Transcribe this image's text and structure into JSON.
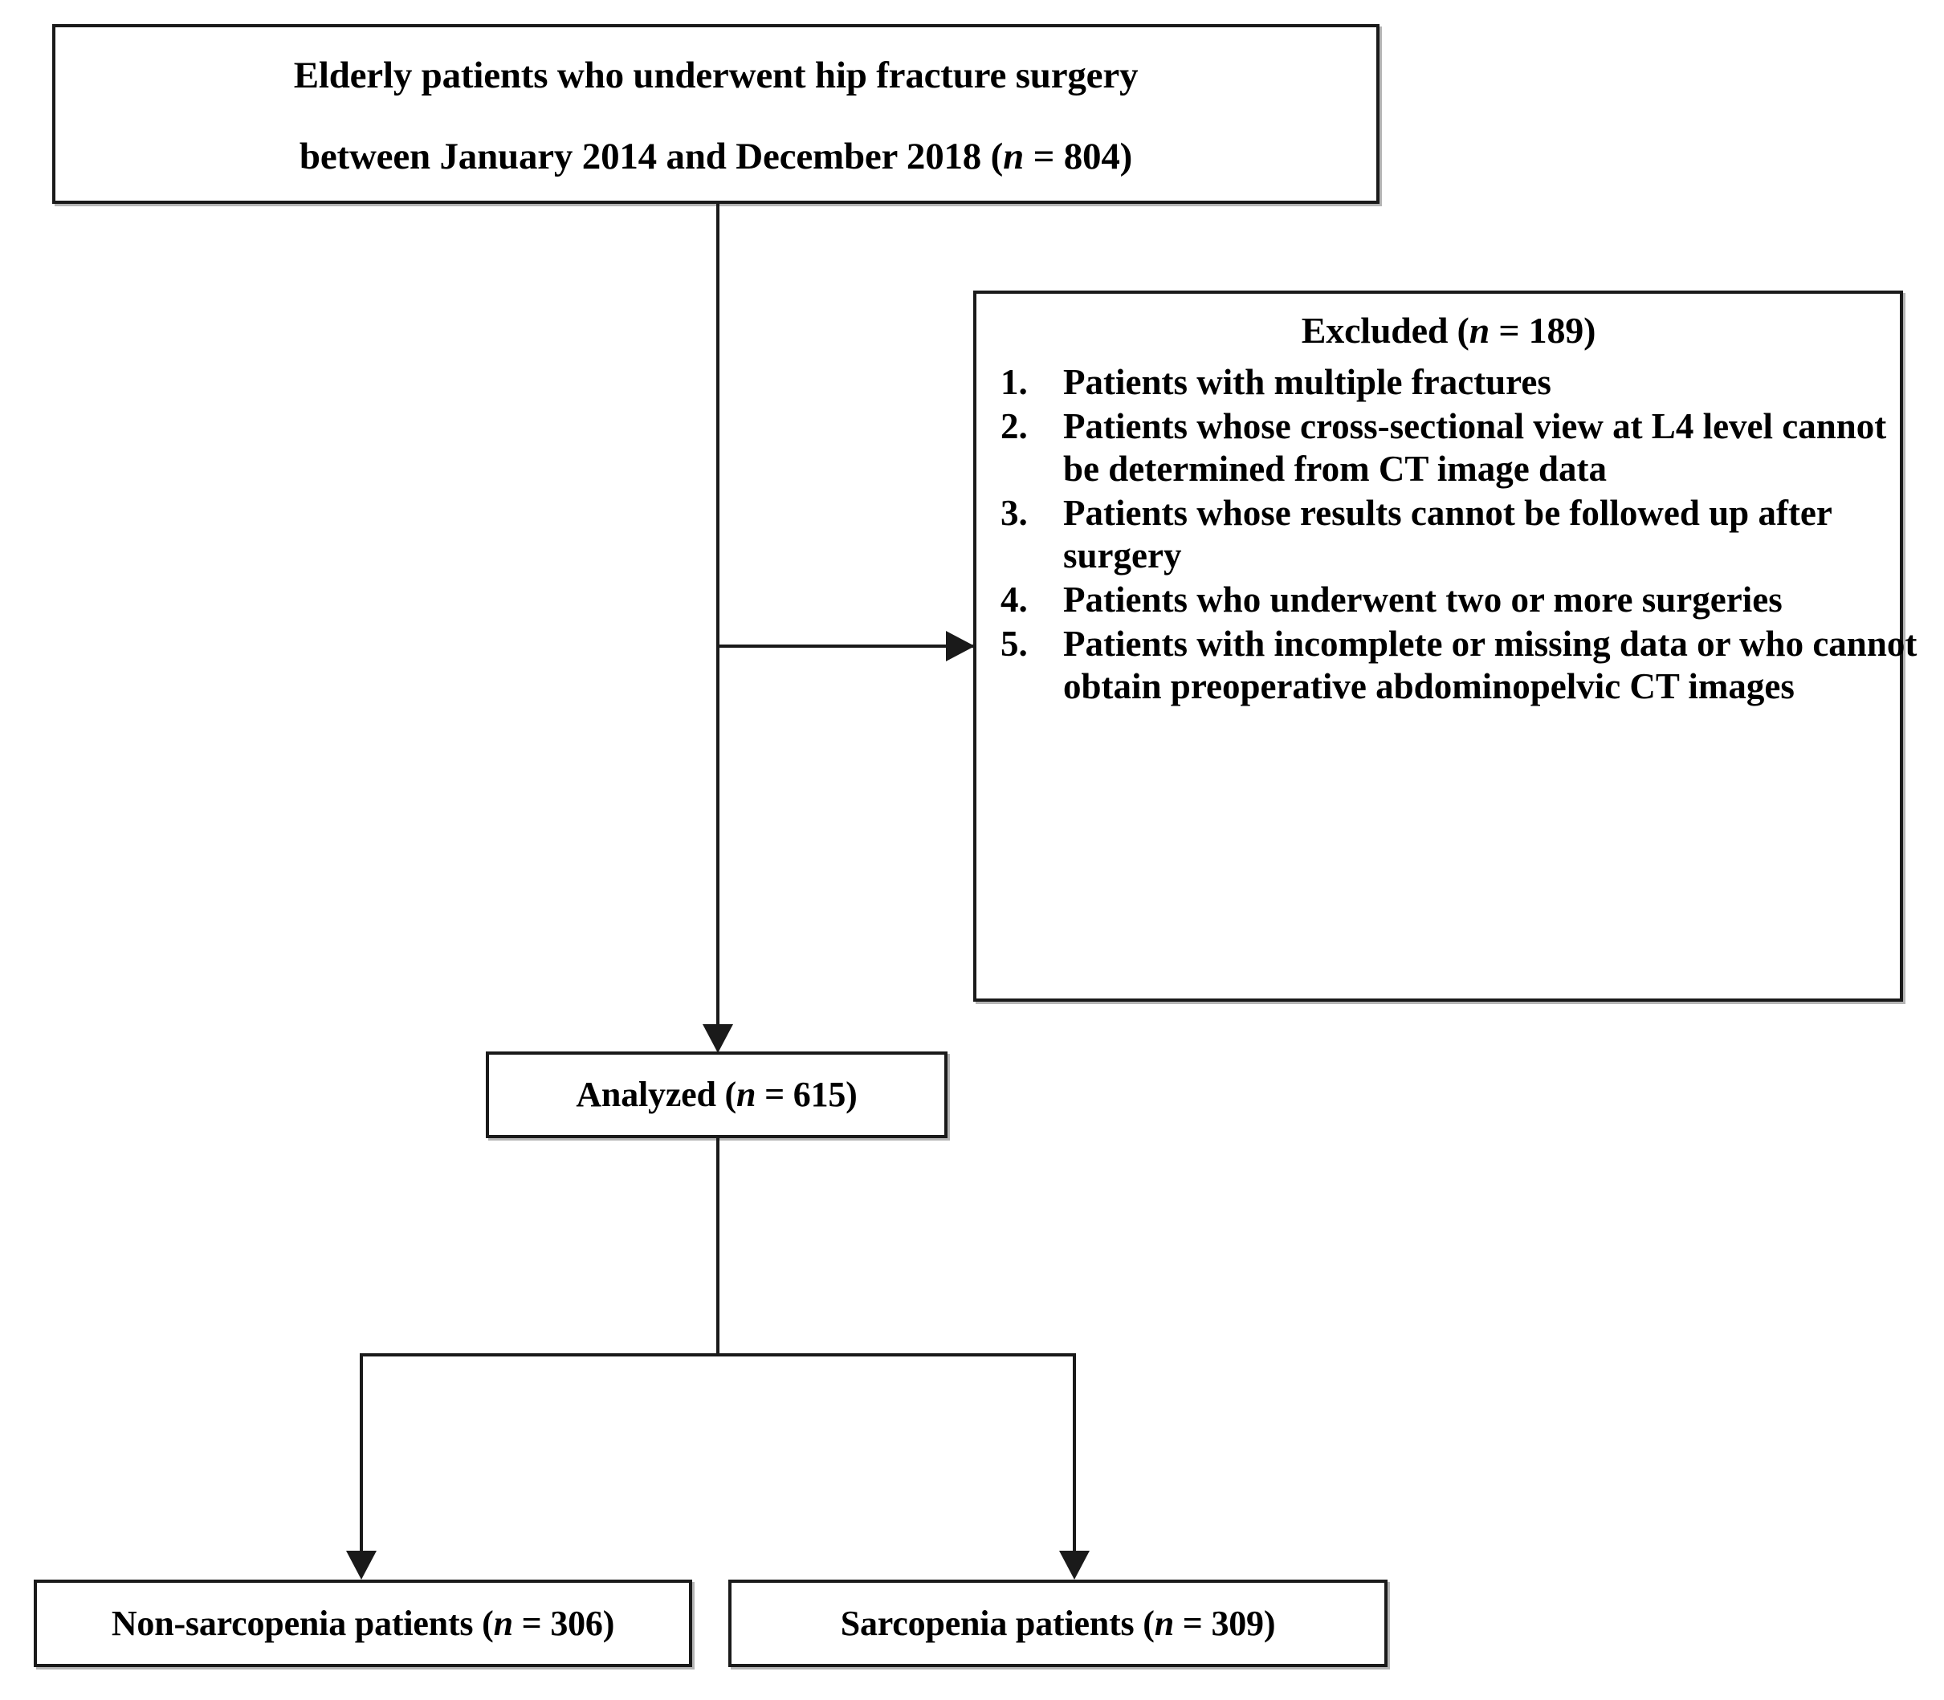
{
  "diagram": {
    "type": "patient-selection-flowchart",
    "boxes": {
      "enrollment": {
        "line1": "Elderly patients who underwent hip fracture surgery",
        "line2_prefix": "between January 2014 and December  2018 (",
        "line2_italic": "n",
        "line2_suffix": " = 804)",
        "count": 804
      },
      "excluded": {
        "title_prefix": "Excluded (",
        "title_italic": "n",
        "title_suffix": " = 189)",
        "count": 189,
        "reasons": [
          {
            "num": "1.",
            "text": "Patients with multiple fractures"
          },
          {
            "num": "2.",
            "text": "Patients whose cross-sectional view at L4 level cannot be determined from CT image data"
          },
          {
            "num": "3.",
            "text": "Patients whose results cannot be followed up after surgery"
          },
          {
            "num": "4.",
            "text": "Patients who underwent two or more surgeries"
          },
          {
            "num": "5.",
            "text": "Patients with incomplete or missing data or who cannot obtain preoperative abdominopelvic CT images"
          }
        ]
      },
      "analyzed": {
        "prefix": "Analyzed (",
        "italic": "n",
        "suffix": " = 615)",
        "count": 615
      },
      "non_sarcopenia": {
        "prefix": "Non-sarcopenia patients (",
        "italic": "n",
        "suffix": " = 306)",
        "count": 306
      },
      "sarcopenia": {
        "prefix": "Sarcopenia patients (",
        "italic": "n",
        "suffix": " = 309)",
        "count": 309
      }
    },
    "colors": {
      "border": "#1a1a1a",
      "text": "#000000",
      "background": "#ffffff"
    }
  }
}
